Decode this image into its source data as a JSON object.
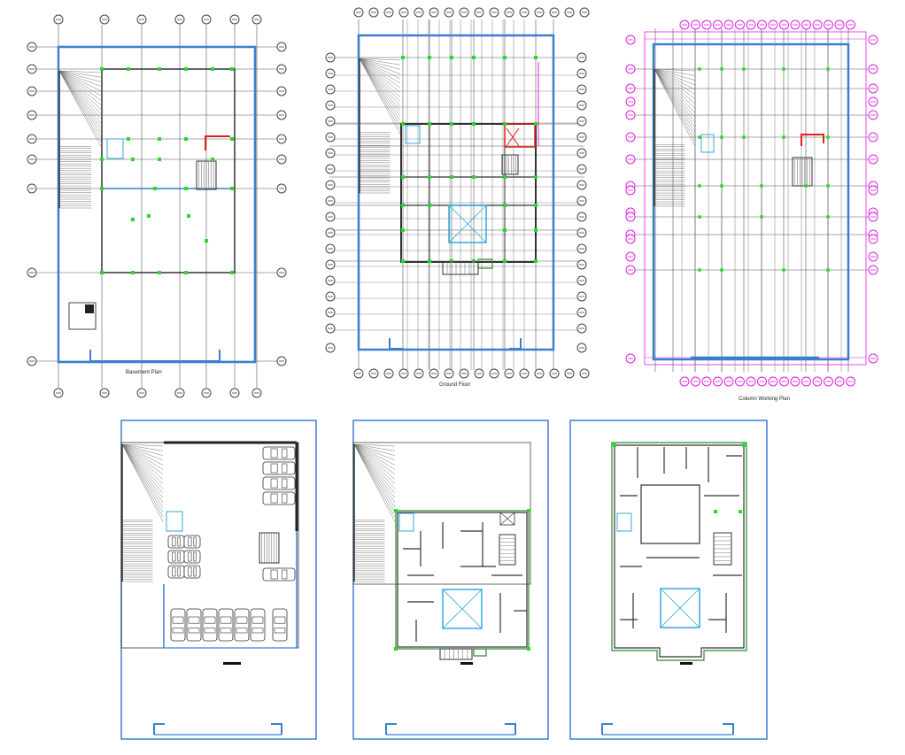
{
  "drawing_sheet": {
    "background": "#ffffff",
    "colors": {
      "boundary_blue": "#3a7fd0",
      "grid_line": "#555555",
      "wall": "#333333",
      "column_green": "#22dd22",
      "grid_bubble_magenta": "#e020e0",
      "stair_hatch": "#777777",
      "core_cyan": "#33aadd",
      "red_detail": "#e02020",
      "landscape_green": "#2a8a2a"
    },
    "plans": {
      "basement": {
        "title": "Basement Plan"
      },
      "ground": {
        "title": "Ground Floor"
      },
      "column": {
        "title": "Column Working Plan"
      }
    },
    "icons": {
      "grid_bubble": "grid-bubble-icon",
      "column_marker": "column-marker-icon",
      "staircase": "staircase-icon",
      "lift_core": "lift-core-icon",
      "parked_car": "parked-car-icon"
    }
  }
}
